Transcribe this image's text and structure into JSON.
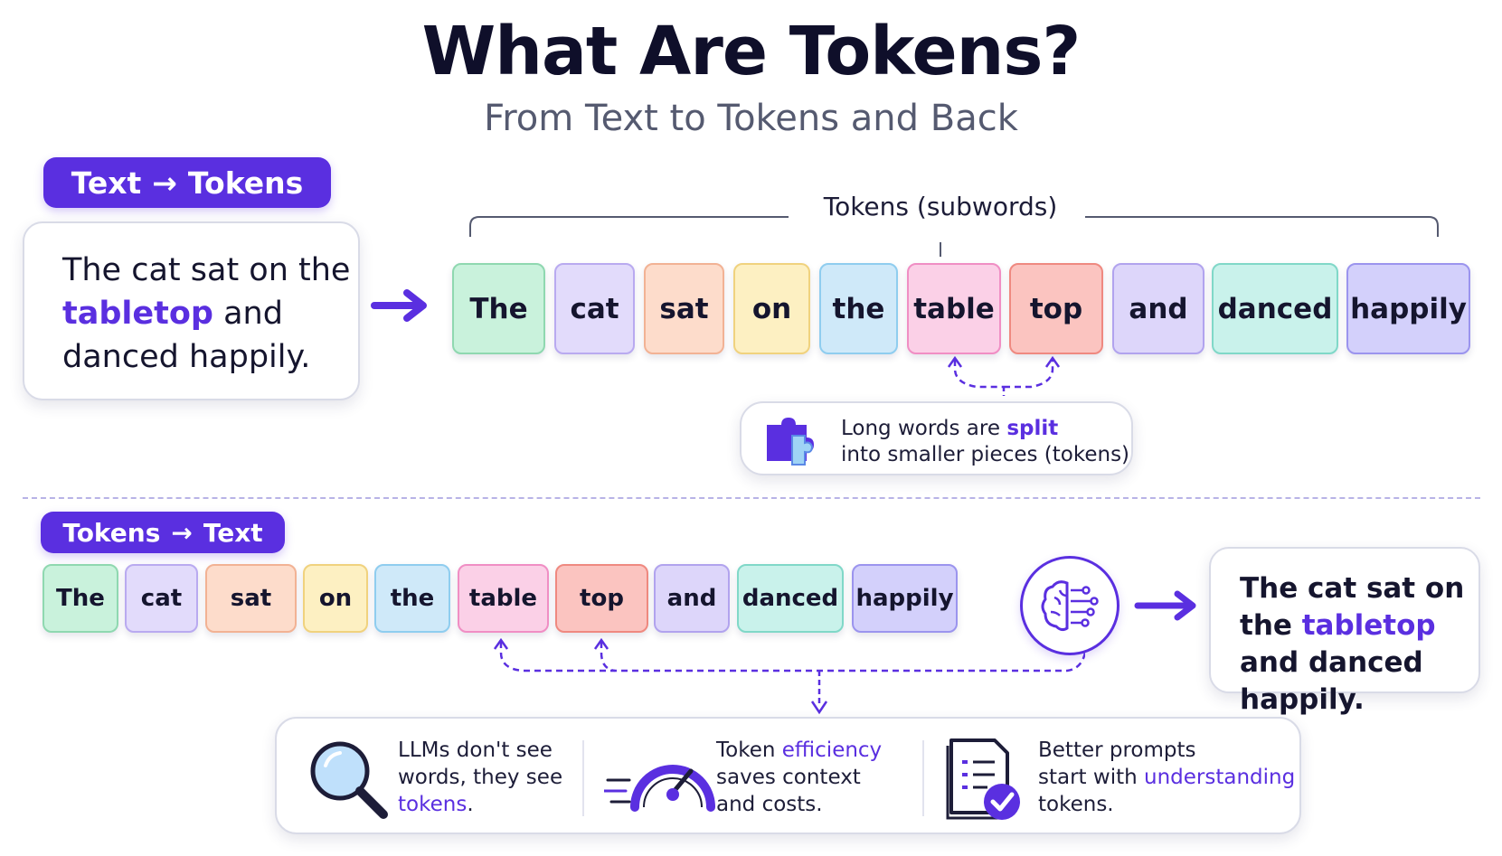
{
  "header": {
    "title": "What Are Tokens?",
    "subtitle": "From Text to Tokens and Back"
  },
  "section_top": {
    "pill_left": "Text",
    "pill_right": "Tokens",
    "arrow_glyph": "→",
    "sentence": {
      "before": "The cat sat on the ",
      "highlight": "tabletop",
      "after": " and danced happily."
    },
    "tokens_label": "Tokens (subwords)",
    "tokens": [
      "The",
      "cat",
      "sat",
      "on",
      "the",
      "table",
      "top",
      "and",
      "danced",
      "happily"
    ],
    "split_note": {
      "line1_before": "Long words are ",
      "line1_highlight": "split",
      "line2": "into smaller pieces (tokens)",
      "icon": "puzzle-icon"
    }
  },
  "section_bottom": {
    "pill_left": "Tokens",
    "pill_right": "Text",
    "arrow_glyph": "→",
    "tokens": [
      "The",
      "cat",
      "sat",
      "on",
      "the",
      "table",
      "top",
      "and",
      "danced",
      "happily"
    ],
    "model_icon": "brain-circuit-icon",
    "sentence": {
      "before": "The cat sat on the ",
      "highlight": "tabletop",
      "after": " and danced happily."
    }
  },
  "info": [
    {
      "icon": "magnifier-icon",
      "lines": [
        "LLMs don't see",
        "words, they see"
      ],
      "highlight": "tokens",
      "suffix": "."
    },
    {
      "icon": "speedometer-icon",
      "line1_before": "Token ",
      "line1_highlight": "efficiency",
      "lines_after": [
        "saves context",
        "and costs."
      ]
    },
    {
      "icon": "checklist-document-icon",
      "line1": "Better prompts",
      "line2_before": "start with ",
      "line2_highlight": "understanding",
      "line3": "tokens."
    }
  ],
  "colors": {
    "accent": "#5a2fe0",
    "title": "#0f0f2a",
    "subtitle": "#555a70"
  }
}
